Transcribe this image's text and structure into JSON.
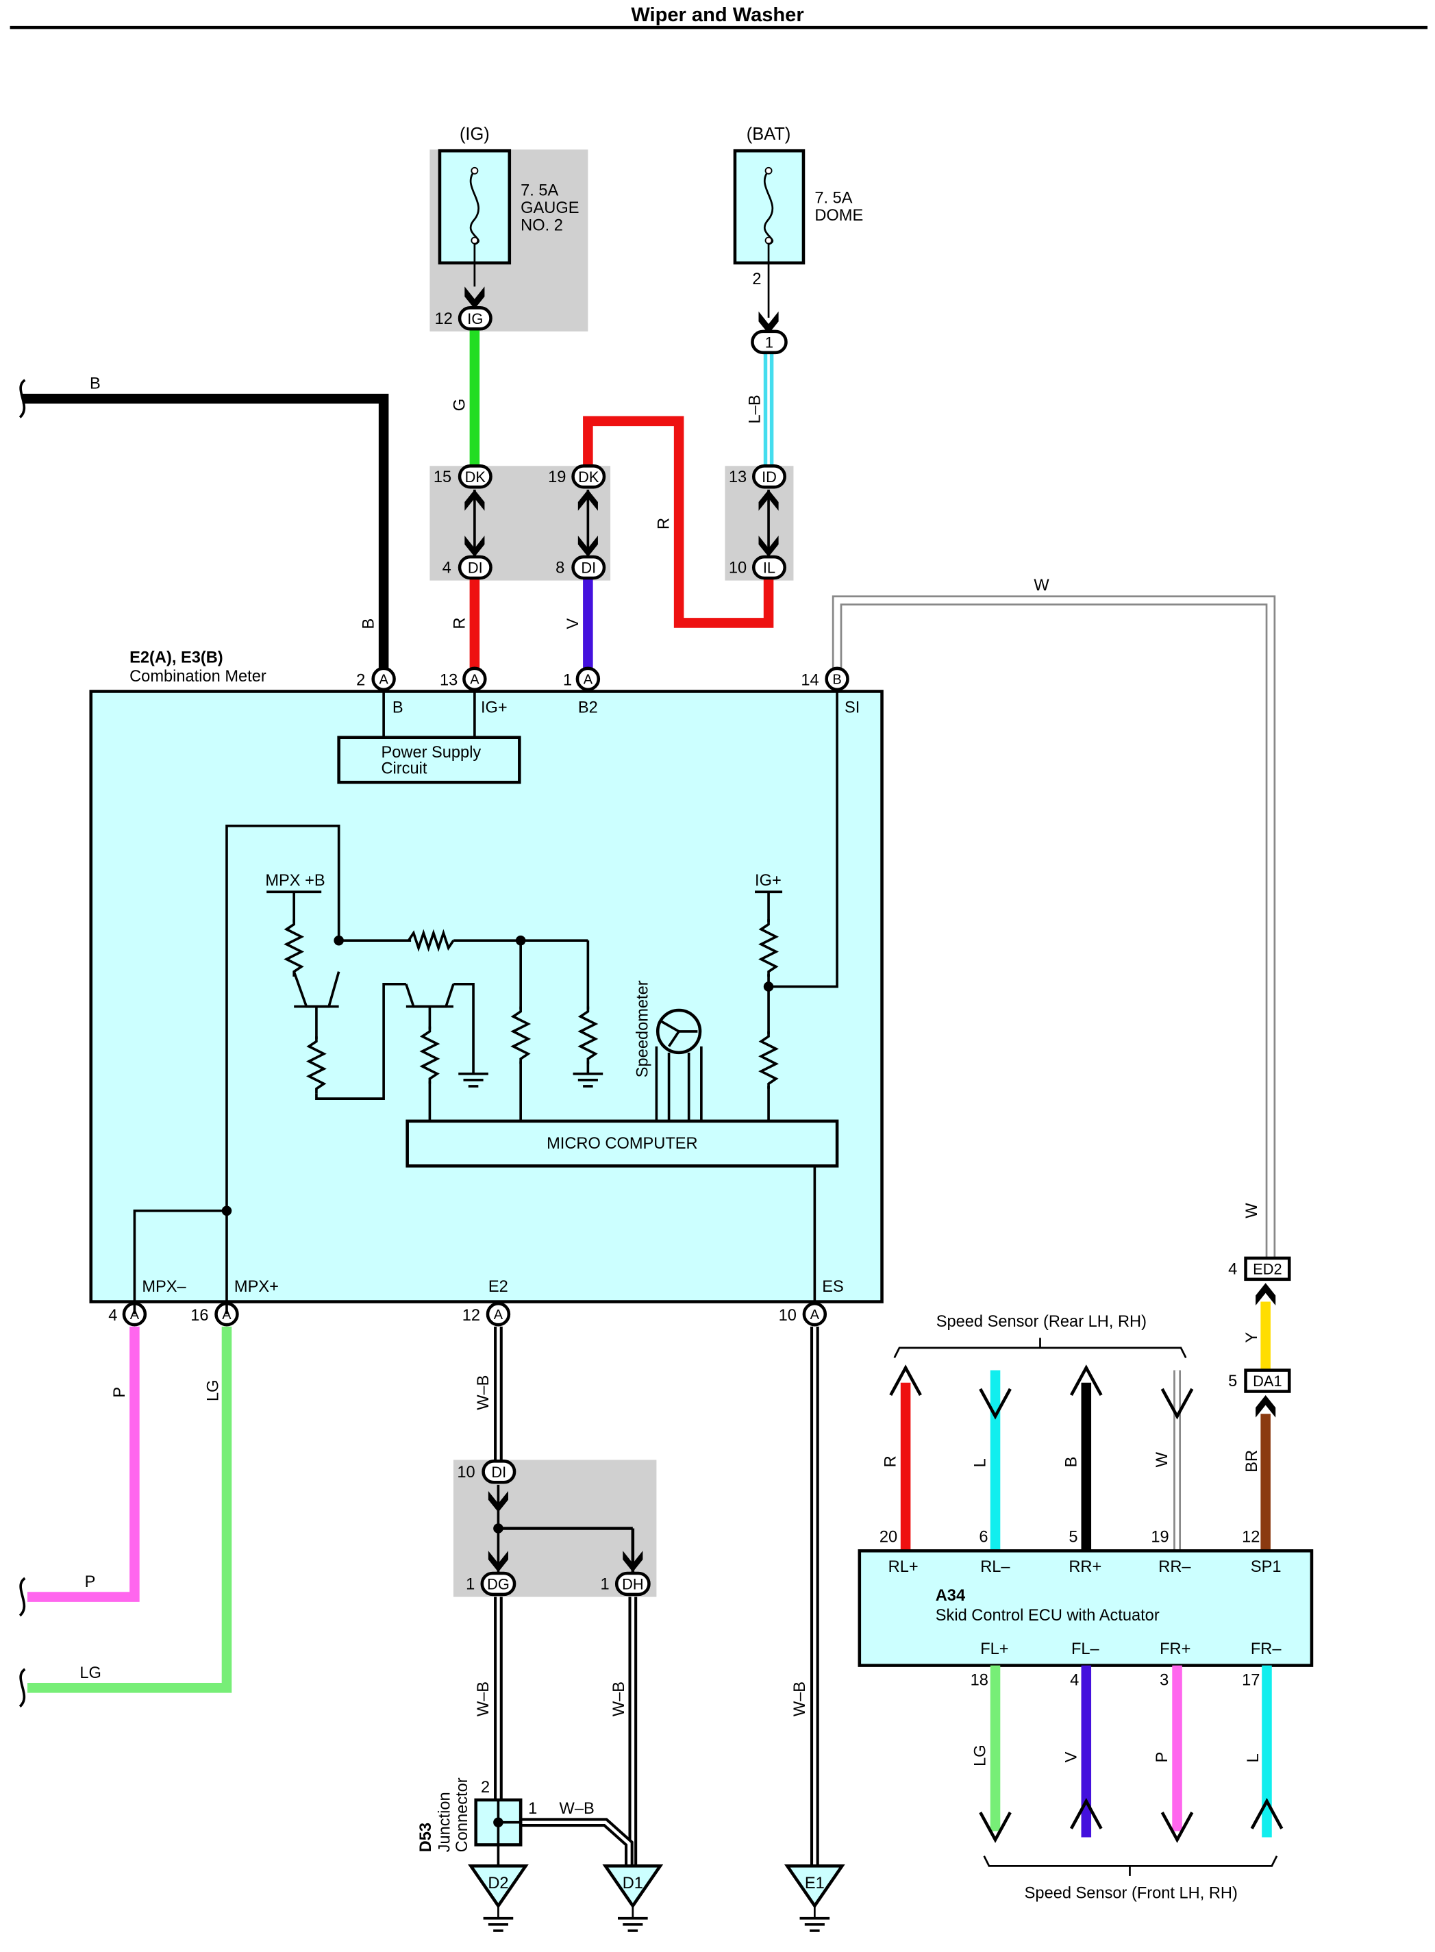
{
  "title": "Wiper and Washer",
  "power": {
    "ig": {
      "source": "(IG)",
      "fuse": [
        "7. 5A",
        "GAUGE",
        "NO. 2"
      ]
    },
    "bat": {
      "source": "(BAT)",
      "fuse": [
        "7. 5A",
        "DOME"
      ]
    }
  },
  "meter": {
    "id": "E2(A), E3(B)",
    "name": "Combination Meter",
    "power_block": [
      "Power Supply",
      "Circuit"
    ],
    "micro": "MICRO COMPUTER",
    "speedometer": "Speedometer",
    "mpx_b": "MPX +B",
    "ig_plus": "IG+",
    "pins_top": [
      "B",
      "IG+",
      "B2",
      "SI"
    ],
    "pins_bottom": [
      "MPX–",
      "MPX+",
      "E2",
      "ES"
    ]
  },
  "ecu": {
    "id": "A34",
    "name": "Skid Control ECU with Actuator",
    "top_pins": [
      "RL+",
      "RL–",
      "RR+",
      "RR–",
      "SP1"
    ],
    "top_nums": [
      "20",
      "6",
      "5",
      "19",
      "12"
    ],
    "bottom_pins": [
      "FL+",
      "FL–",
      "FR+",
      "FR–"
    ],
    "bottom_nums": [
      "18",
      "4",
      "3",
      "17"
    ]
  },
  "sensors": {
    "rear": "Speed Sensor (Rear LH,  RH)",
    "front": "Speed Sensor (Front LH,  RH)"
  },
  "junction": {
    "id": "D53",
    "name": [
      "Junction",
      "Connector"
    ]
  },
  "grounds": [
    "D2",
    "D1",
    "E1"
  ],
  "conn": {
    "IG": "IG",
    "DK": "DK",
    "DI": "DI",
    "ID": "ID",
    "IL": "IL",
    "A": "A",
    "B": "B",
    "DG": "DG",
    "DH": "DH",
    "ED2": "ED2",
    "DA1": "DA1",
    "one": "1"
  },
  "pin_nums": {
    "n12": "12",
    "n2": "2",
    "n15": "15",
    "n19": "19",
    "n13": "13",
    "n4": "4",
    "n8": "8",
    "n10": "10",
    "n1": "1",
    "n14": "14",
    "n16": "16",
    "n5": "5"
  },
  "wires": {
    "B": "B",
    "G": "G",
    "R": "R",
    "V": "V",
    "LB": "L–B",
    "W": "W",
    "P": "P",
    "LG": "LG",
    "WB": "W–B",
    "Y": "Y",
    "BR": "BR",
    "L": "L"
  },
  "colors": {
    "panel": "#ccffff",
    "shade": "#d0d0d0",
    "black": "#000000",
    "green": "#22dd22",
    "red": "#ee1111",
    "violet": "#4411dd",
    "lightblue": "#44ddee",
    "pink": "#ff66ee",
    "lightgreen": "#77ee77",
    "cyan": "#11eeee",
    "yellow": "#ffdd00",
    "brown": "#8b3a10"
  }
}
